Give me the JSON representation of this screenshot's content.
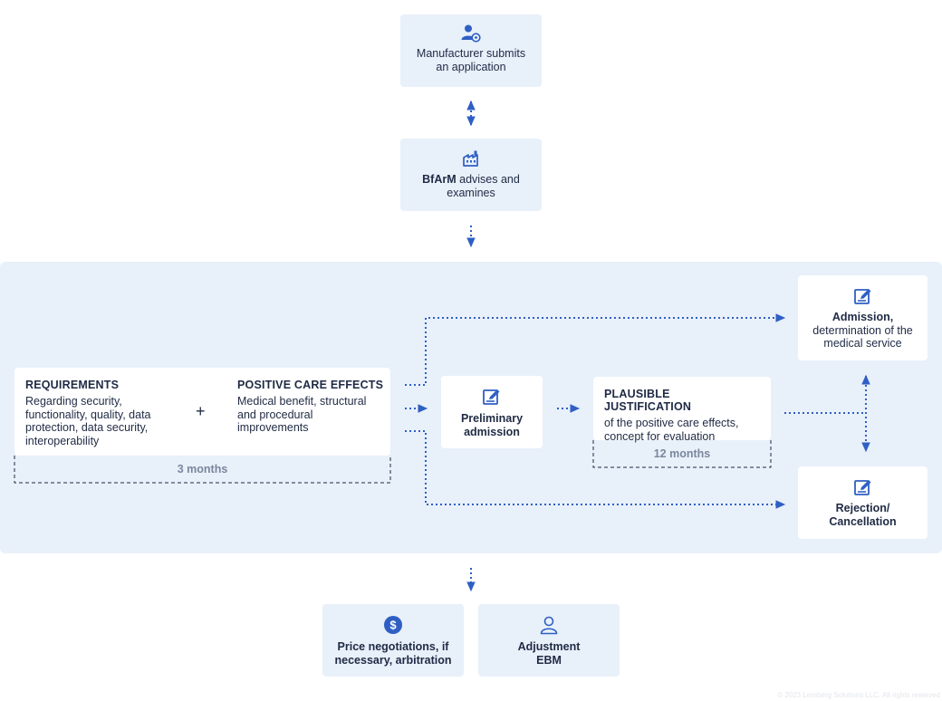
{
  "top_steps": {
    "manufacturer": {
      "text": "Manufacturer submits an application"
    },
    "bfarm": {
      "bold": "BfArM",
      "rest": " advises and examines"
    }
  },
  "requirements": {
    "title": "REQUIREMENTS",
    "text": "Regarding security, functionality, quality, data protection, data security, interoperability"
  },
  "plus": "+",
  "positive_care": {
    "title": "POSITIVE CARE EFFECTS",
    "text": "Medical benefit, structural and procedural improvements"
  },
  "duration_3": "3 months",
  "preliminary": {
    "text": "Preliminary admission"
  },
  "plausible": {
    "title": "PLAUSIBLE JUSTIFICATION",
    "text": "of the positive care effects, concept for evaluation"
  },
  "duration_12": "12 months",
  "admission": {
    "bold": "Admission,",
    "rest": "determination of the medical service"
  },
  "rejection": {
    "text": "Rejection/ Cancellation"
  },
  "bottom": {
    "price": "Price negotiations, if necessary, arbitration",
    "ebm": "Adjustment EBM"
  },
  "footer": "© 2023 Lemberg Solutions LLC. All rights reserved",
  "colors": {
    "accent": "#2f5fc4",
    "panel": "#e8f0fa",
    "text": "#1f2a44",
    "muted": "#7a879c"
  },
  "icons": [
    "user-gear-icon",
    "factory-icon",
    "edit-icon",
    "dollar-icon",
    "user-icon"
  ]
}
